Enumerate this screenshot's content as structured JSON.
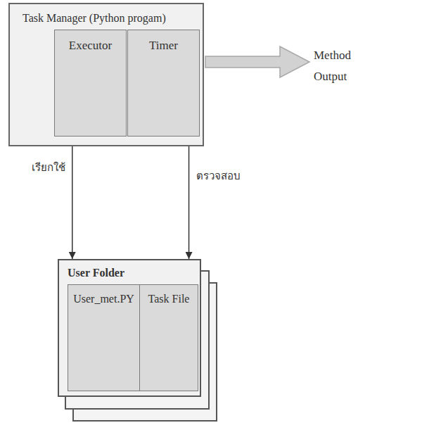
{
  "diagram": {
    "nodes": [
      {
        "text": [
          "Task Manager (Python progam)"
        ]
      },
      {
        "text": [
          "Executor"
        ],
        "in": 0
      },
      {
        "text": [
          "Timer"
        ],
        "in": 0
      },
      {
        "text": [
          "User Folder"
        ]
      },
      {
        "text": [
          "User_met.PY"
        ],
        "in": 3
      },
      {
        "text": [
          "Task File"
        ],
        "in": 3
      }
    ],
    "edges": [
      {
        "from": 1,
        "to": 3,
        "arrow": "to",
        "label": "เรียกใช้"
      },
      {
        "from": 2,
        "to": 3,
        "arrow": "to",
        "label": "ตรวจสอบ"
      }
    ],
    "labels": [
      "Method Output"
    ]
  }
}
